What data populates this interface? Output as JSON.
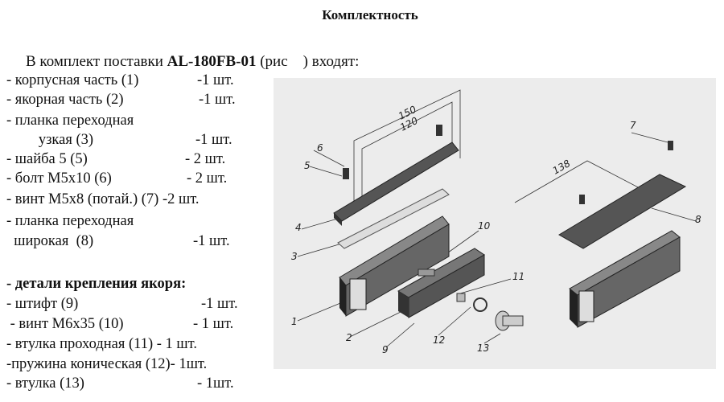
{
  "title": "Комплектность",
  "intro": {
    "prefix": "В комплект поставки ",
    "model": "AL-180FB-01",
    "suffix": " (рис    ) входят:"
  },
  "items": [
    {
      "label": "- корпусная часть  (1)",
      "qty": "-1 шт."
    },
    {
      "label": "- якорная часть (2)",
      "qty": "-1 шт."
    },
    {
      "label": "- планка переходная",
      "qty": ""
    },
    {
      "label": "   узкая (3)",
      "qty": "-1 шт."
    },
    {
      "label": "- шайба 5 (5)",
      "qty": "- 2 шт."
    },
    {
      "label": "- болт М5х10 (6)",
      "qty": "- 2 шт."
    },
    {
      "label": "- винт М5х8 (потай.) (7) -2 шт.",
      "qty": ""
    },
    {
      "label": "- планка переходная",
      "qty": ""
    },
    {
      "label": "  широкая  (8)",
      "qty": "-1 шт."
    }
  ],
  "anchor_heading": "- детали крепления  якоря:",
  "anchor_items": [
    {
      "label": "- штифт (9)",
      "qty": "-1 шт."
    },
    {
      "label": " - винт М6х35 (10)",
      "qty": "- 1 шт."
    },
    {
      "label": "- втулка проходная (11) - 1 шт.",
      "qty": ""
    },
    {
      "label": "-пружина коническая (12)- 1шт.",
      "qty": ""
    },
    {
      "label": "- втулка (13)",
      "qty": "- 1шт."
    }
  ],
  "diagram": {
    "dims": [
      "150",
      "120",
      "138"
    ],
    "callouts": [
      "1",
      "2",
      "3",
      "4",
      "5",
      "6",
      "7",
      "8",
      "9",
      "10",
      "11",
      "12",
      "13"
    ]
  }
}
